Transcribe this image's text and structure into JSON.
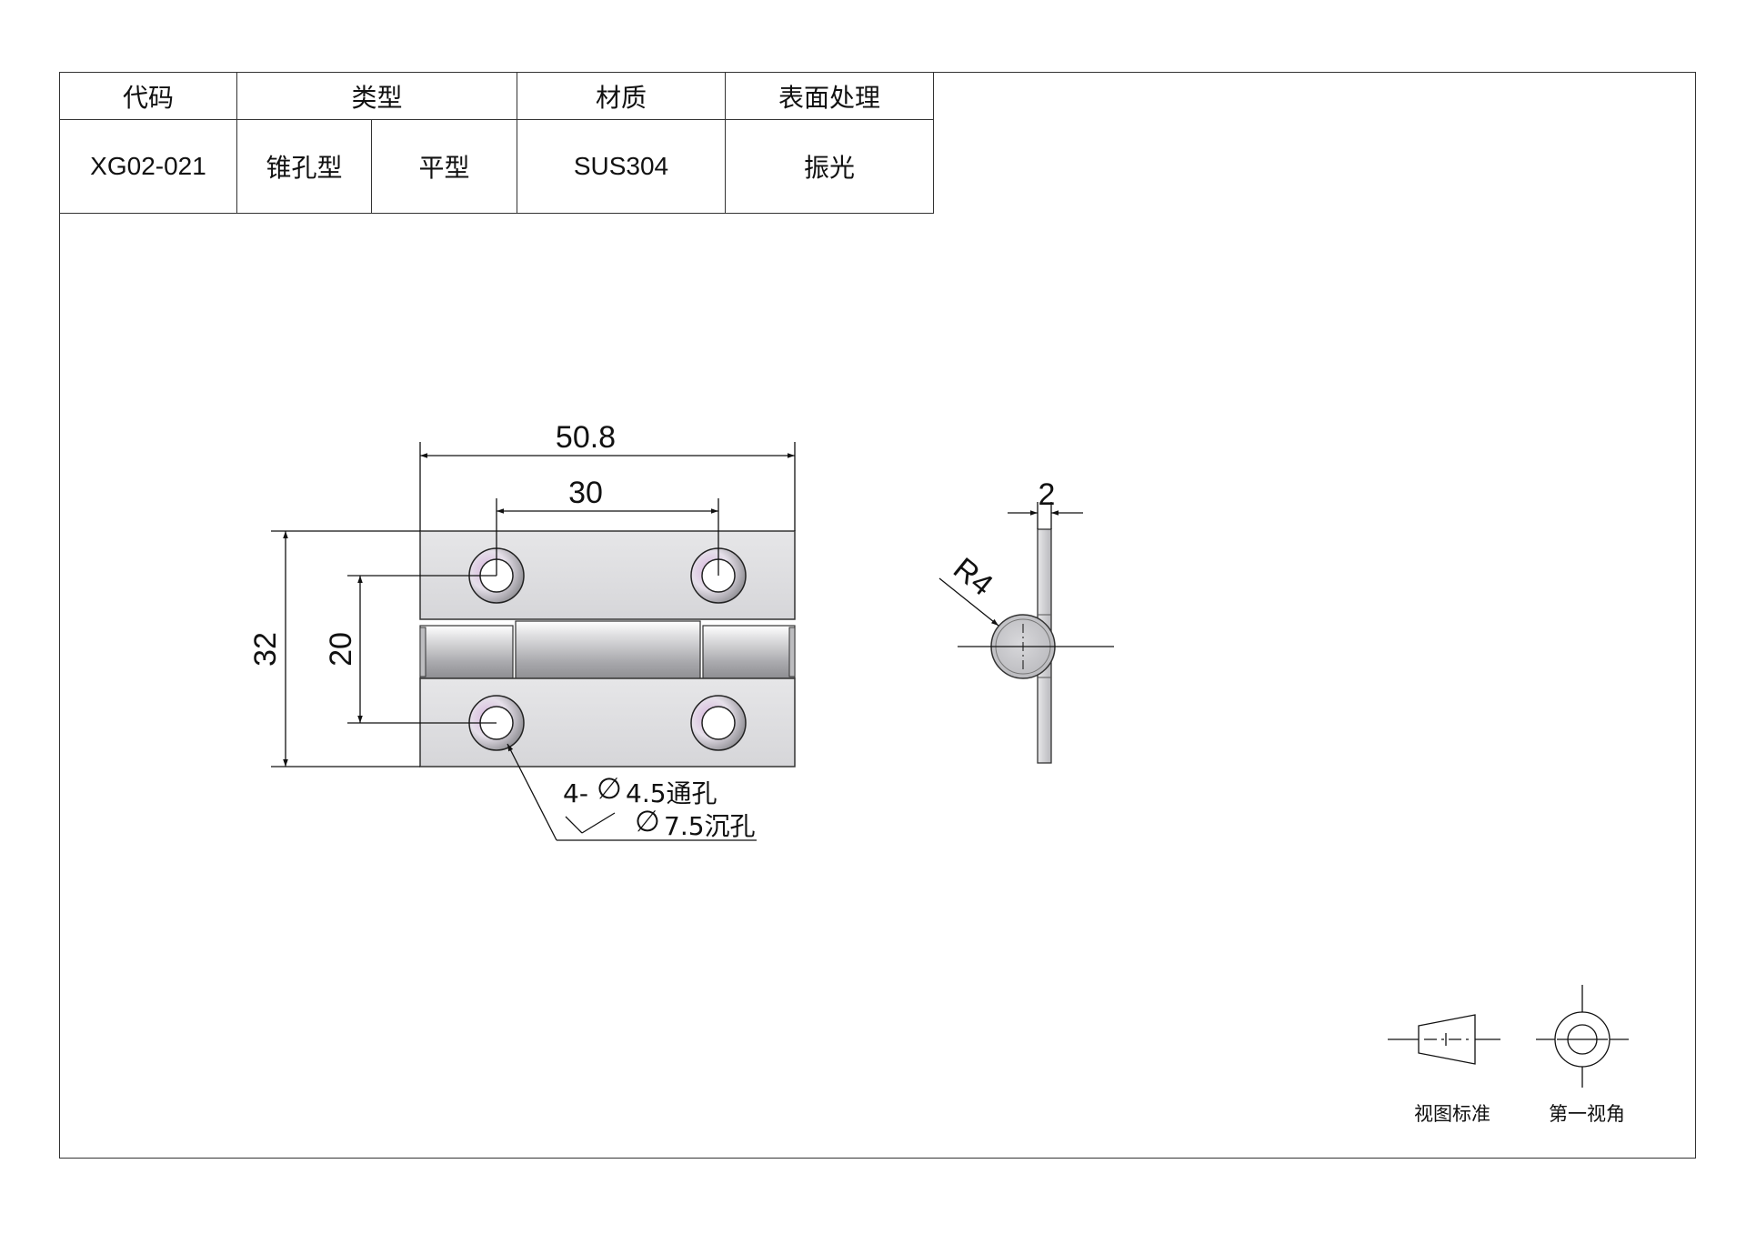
{
  "table": {
    "headers": {
      "code": "代码",
      "type": "类型",
      "material": "材质",
      "finish": "表面处理"
    },
    "row": {
      "code": "XG02-021",
      "type1": "锥孔型",
      "type2": "平型",
      "material": "SUS304",
      "finish": "振光"
    }
  },
  "dimensions": {
    "overall_width": "50.8",
    "hole_spacing_x": "30",
    "overall_height": "32",
    "hole_spacing_y": "20",
    "thickness": "2",
    "knuckle_radius": "R4",
    "holes_count_prefix": "4-",
    "through_hole": "4.5通孔",
    "counterbore": "7.5沉孔",
    "diameter_symbol": "∅"
  },
  "projection": {
    "standard_label": "视图标准",
    "angle_label": "第一视角"
  },
  "colors": {
    "line": "#111111",
    "frame": "#333333"
  }
}
